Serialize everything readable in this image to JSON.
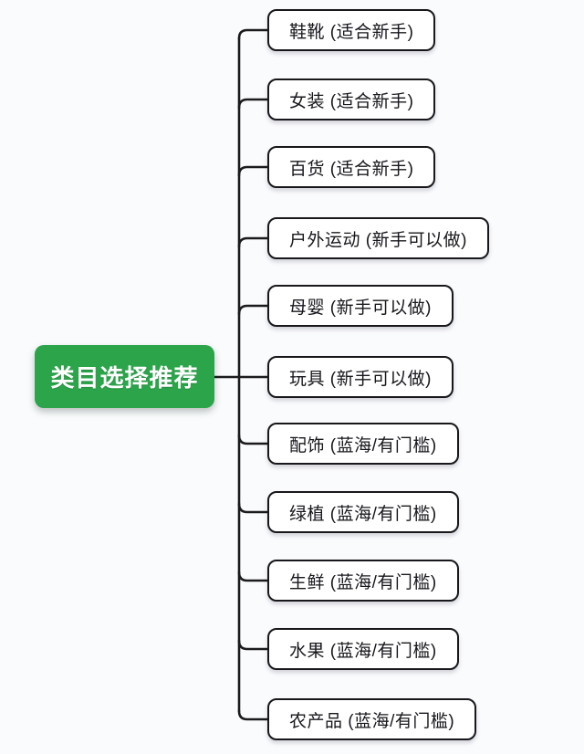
{
  "theme": {
    "background_color": "#fafbfd",
    "line_color": "#1b1b1e",
    "root_bg_color": "#2ba44a",
    "root_text_color": "#ffffff",
    "branch_bg_color": "#ffffff",
    "branch_border_color": "#18181c",
    "branch_text_color": "#17171d"
  },
  "root": {
    "label": "类目选择推荐"
  },
  "branches": [
    {
      "label": "鞋靴 (适合新手)"
    },
    {
      "label": "女装 (适合新手)"
    },
    {
      "label": "百货 (适合新手)"
    },
    {
      "label": "户外运动 (新手可以做)"
    },
    {
      "label": "母婴 (新手可以做)"
    },
    {
      "label": "玩具 (新手可以做)"
    },
    {
      "label": "配饰 (蓝海/有门槛)"
    },
    {
      "label": "绿植 (蓝海/有门槛)"
    },
    {
      "label": "生鲜 (蓝海/有门槛)"
    },
    {
      "label": "水果 (蓝海/有门槛)"
    },
    {
      "label": "农产品 (蓝海/有门槛)"
    }
  ]
}
